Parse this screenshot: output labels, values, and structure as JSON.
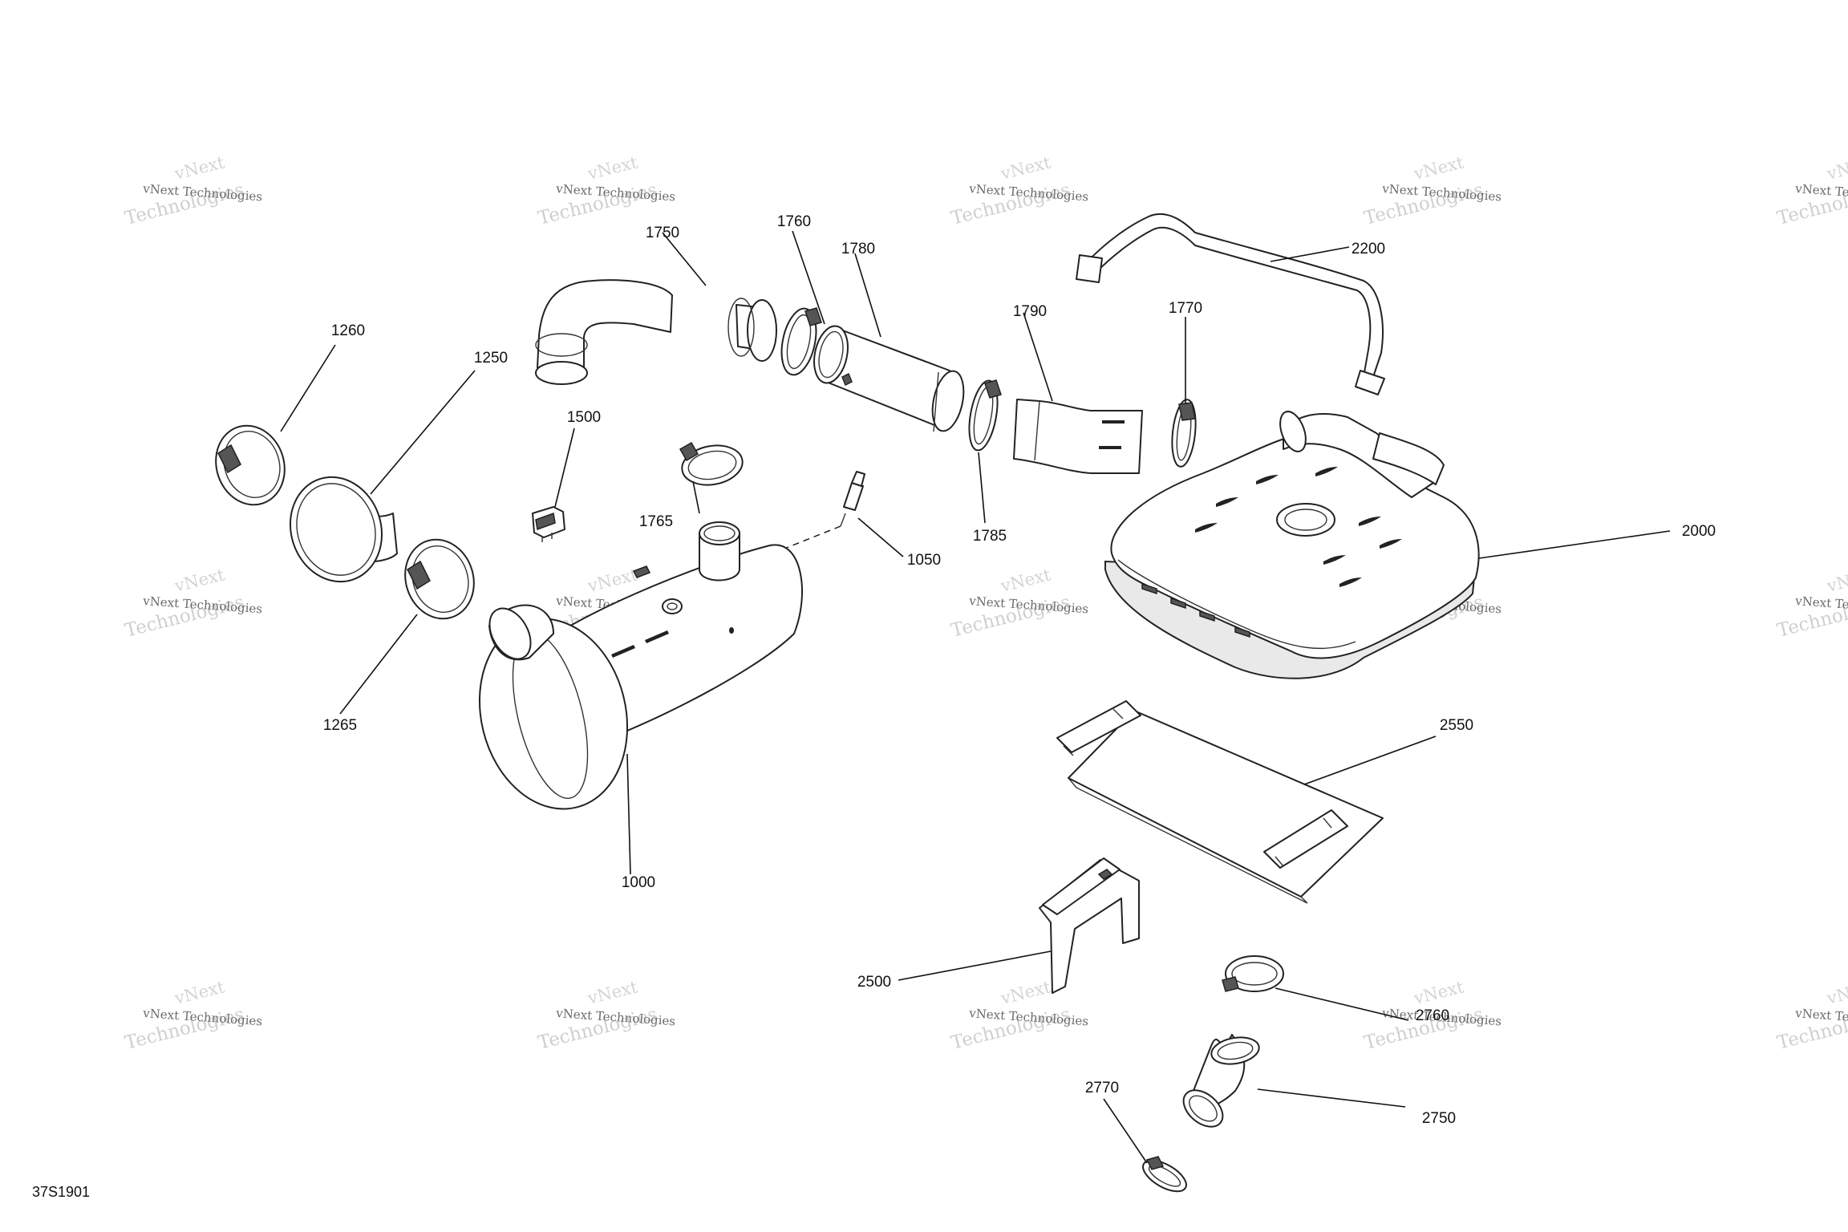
{
  "figure_code": "37S1901",
  "watermark": {
    "line_small": "vNext Technologies",
    "line_large": "Technologies",
    "line_tilt": "vNext"
  },
  "callouts": [
    {
      "id": "c1000",
      "text": "1000"
    },
    {
      "id": "c1050",
      "text": "1050"
    },
    {
      "id": "c1250",
      "text": "1250"
    },
    {
      "id": "c1260",
      "text": "1260"
    },
    {
      "id": "c1265",
      "text": "1265"
    },
    {
      "id": "c1500",
      "text": "1500"
    },
    {
      "id": "c1750",
      "text": "1750"
    },
    {
      "id": "c1760",
      "text": "1760"
    },
    {
      "id": "c1765",
      "text": "1765"
    },
    {
      "id": "c1770",
      "text": "1770"
    },
    {
      "id": "c1780",
      "text": "1780"
    },
    {
      "id": "c1785",
      "text": "1785"
    },
    {
      "id": "c1790",
      "text": "1790"
    },
    {
      "id": "c2000",
      "text": "2000"
    },
    {
      "id": "c2200",
      "text": "2200"
    },
    {
      "id": "c2500",
      "text": "2500"
    },
    {
      "id": "c2550",
      "text": "2550"
    },
    {
      "id": "c2750",
      "text": "2750"
    },
    {
      "id": "c2760",
      "text": "2760"
    },
    {
      "id": "c2770",
      "text": "2770"
    }
  ]
}
